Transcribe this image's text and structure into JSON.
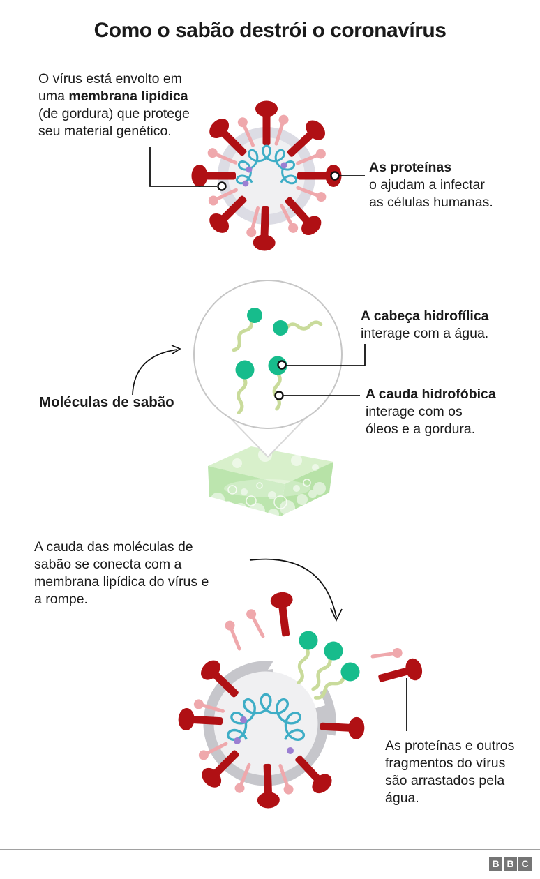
{
  "title": "Como o sabão destrói o coronavírus",
  "sections": {
    "virus": {
      "membrane_note": {
        "pre": "O vírus está envolto em\numa ",
        "bold": "membrana lipídica",
        "post": "\n(de gordura) que protege\nseu material genético."
      },
      "proteins_note": {
        "title": "As proteínas",
        "body": "o ajudam a infectar\nas células humanas."
      }
    },
    "soap": {
      "label": "Moléculas de sabão",
      "head_note": {
        "title": "A cabeça hidrofílica",
        "body": "interage com a água."
      },
      "tail_note": {
        "title": "A cauda hidrofóbica",
        "body": "interage com os\nóleos e a gordura."
      }
    },
    "action": {
      "note": "A cauda das moléculas de\nsabão se conecta com a\nmembrana lipídica do vírus e\na rompe.",
      "fragments_note": "As proteínas e outros\nfragmentos do vírus\nsão arrastados pela\nágua."
    }
  },
  "footer": {
    "logo_letters": [
      "B",
      "B",
      "C"
    ]
  },
  "colors": {
    "red": "#b01014",
    "pink": "#efa8ac",
    "membrane_light": "#dcdce4",
    "membrane_inner": "#f0f0f2",
    "membrane_broken": "#c6c6cb",
    "rna": "#3eadc6",
    "rna_dot": "#9b7fd2",
    "soap_head": "#17bc8c",
    "soap_tail": "#c9db9b",
    "soap_bar": "#bce5ae",
    "divider": "#a1a1a1",
    "logo_bg": "#757575"
  }
}
